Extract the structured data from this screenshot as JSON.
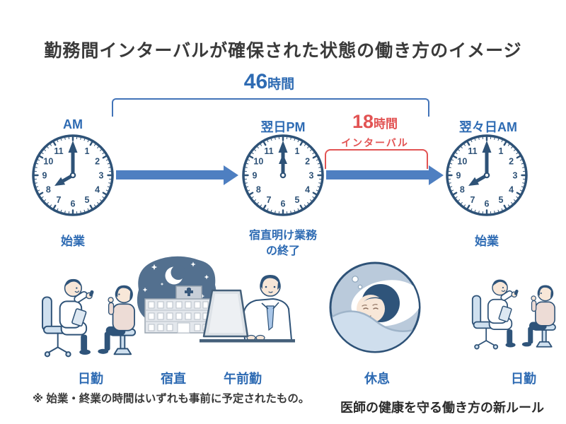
{
  "title": "勤務間インターバルが確保された状態の働き方のイメージ",
  "colors": {
    "blue_text": "#2e6bb3",
    "clock_navy": "#2e5277",
    "arrow_blue": "#4e7fc1",
    "bracket_blue": "#4273b8",
    "interval_red": "#e25353",
    "night_blob": "#53708f",
    "dark_text": "#3a3a3a"
  },
  "top_bracket": {
    "value": "46",
    "unit": "時間"
  },
  "interval": {
    "value": "18",
    "unit": "時間",
    "label": "インターバル"
  },
  "clock_face": {
    "numerals": [
      "1",
      "2",
      "3",
      "4",
      "5",
      "6",
      "7",
      "8",
      "9",
      "10",
      "11"
    ]
  },
  "clocks": [
    {
      "above": "AM",
      "below": "始業",
      "hour": 8,
      "minute": 0
    },
    {
      "above": "翌日PM",
      "below": "宿直明け業務\nの終了",
      "hour": 12,
      "minute": 0
    },
    {
      "above": "翌々日AM",
      "below": "始業",
      "hour": 8,
      "minute": 0
    }
  ],
  "scenes": [
    {
      "label": "日勤",
      "icon": "doctor-consultation-illustration"
    },
    {
      "label": "宿直",
      "icon": "hospital-night-illustration"
    },
    {
      "label": "午前勤",
      "icon": "doctor-laptop-illustration"
    },
    {
      "label": "休息",
      "icon": "sleeping-rest-illustration"
    },
    {
      "label": "日勤",
      "icon": "doctor-consultation-illustration"
    }
  ],
  "footnote": "※ 始業・終業の時間はいずれも事前に予定されたもの。",
  "tagline": "医師の健康を守る働き方の新ルール"
}
